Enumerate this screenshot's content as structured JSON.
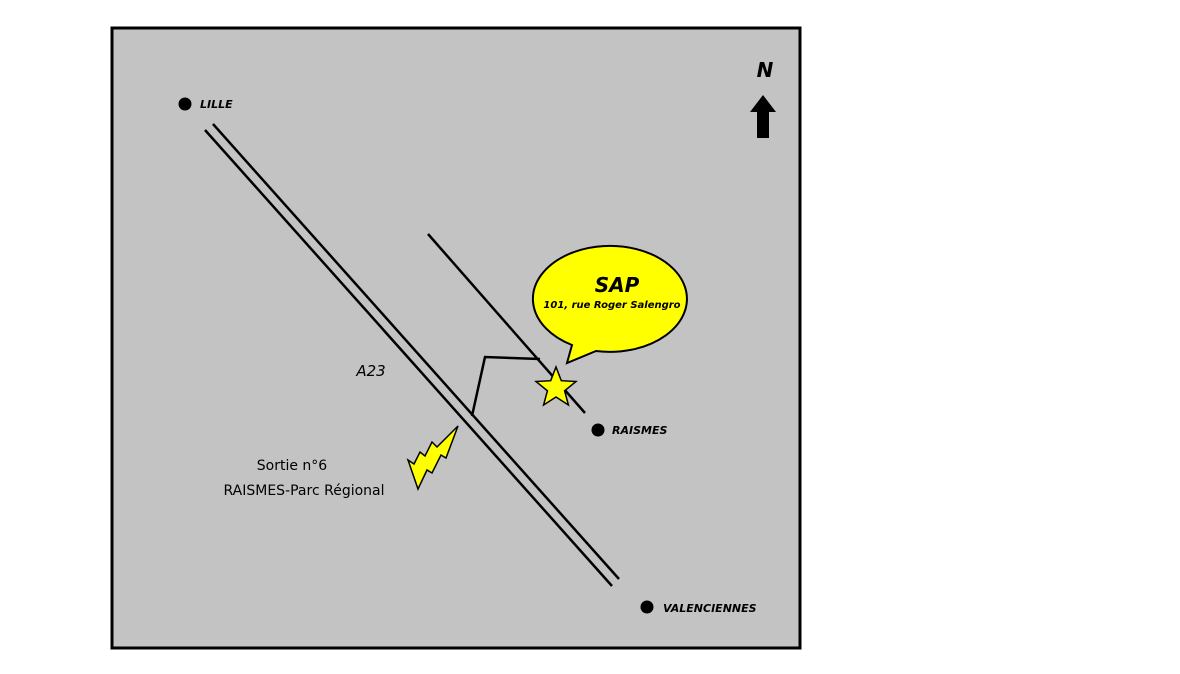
{
  "map": {
    "north_label": "N",
    "road_label": "A23",
    "cities": [
      {
        "name": "LILLE"
      },
      {
        "name": "RAISMES"
      },
      {
        "name": "VALENCIENNES"
      }
    ],
    "exit": {
      "line1": "Sortie n°6",
      "line2": "RAISMES-Parc Régional"
    },
    "destination": {
      "name": "SAP",
      "address": "101, rue Roger Salengro"
    },
    "colors": {
      "page": "#ffffff",
      "land": "#c3c3c3",
      "highlight": "#ffff00",
      "ink": "#000000"
    },
    "icons": [
      "north-arrow-icon",
      "star-icon",
      "lightning-icon",
      "city-dot-icon",
      "speech-bubble-icon"
    ]
  }
}
